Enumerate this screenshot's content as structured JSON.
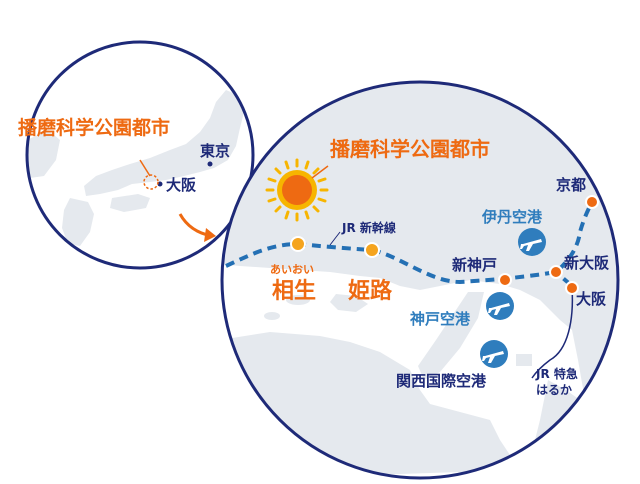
{
  "colors": {
    "ring": "#1e2a78",
    "land": "#e5e9ee",
    "sea": "#ffffff",
    "orange": "#ee6a12",
    "sunOuter": "#f7b500",
    "sunInner": "#ee6a12",
    "navy": "#1e2a78",
    "blue": "#2f7dbd",
    "rail": "#2470b4",
    "station": "#f5a41e"
  },
  "inset": {
    "title": "播磨科学公園都市",
    "tokyo": "東京",
    "osaka": "大阪"
  },
  "main": {
    "title": "播磨科学公園都市",
    "jr_shinkansen": "JR 新幹線",
    "aioi_kana": "あいおい",
    "aioi": "相生",
    "himeji": "姫路",
    "shinkobe": "新神戸",
    "itami": "伊丹空港",
    "kyoto": "京都",
    "shinosaka": "新大阪",
    "osaka": "大阪",
    "kobe_airport": "神戸空港",
    "kansai_airport": "関西国際空港",
    "haruka_line1": "JR 特急",
    "haruka_line2": "はるか"
  },
  "icons": [
    "sun-icon",
    "airplane-icon"
  ]
}
